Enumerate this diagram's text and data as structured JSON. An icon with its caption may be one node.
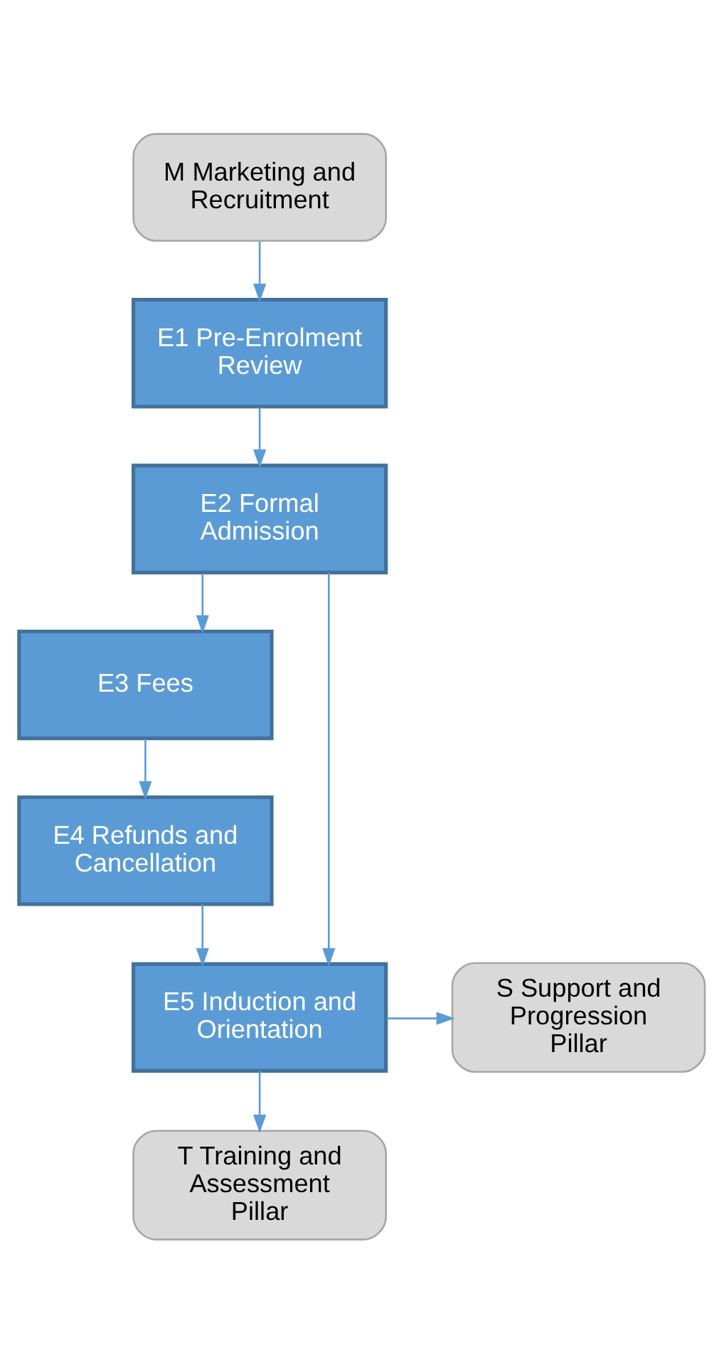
{
  "diagram": {
    "nodes": [
      {
        "text": [
          "M Marketing and Recruitment"
        ]
      },
      {
        "text": [
          "E1 Pre-Enrolment Review"
        ]
      },
      {
        "text": [
          "E2 Formal Admission"
        ]
      },
      {
        "text": [
          "E3 Fees"
        ]
      },
      {
        "text": [
          "E4 Refunds and Cancellation"
        ]
      },
      {
        "text": [
          "E5 Induction and Orientation"
        ]
      },
      {
        "text": [
          "S Support and Progression Pillar"
        ]
      },
      {
        "text": [
          "T Training and Assessment Pillar"
        ]
      }
    ],
    "edges": [
      {
        "from": 0,
        "to": 1,
        "arrow": "to"
      },
      {
        "from": 1,
        "to": 2,
        "arrow": "to"
      },
      {
        "from": 2,
        "to": 3,
        "arrow": "to"
      },
      {
        "from": 3,
        "to": 4,
        "arrow": "to"
      },
      {
        "from": 2,
        "to": 5,
        "arrow": "to"
      },
      {
        "from": 4,
        "to": 5,
        "arrow": "to"
      },
      {
        "from": 5,
        "to": 6,
        "arrow": "to"
      },
      {
        "from": 5,
        "to": 7,
        "arrow": "to"
      }
    ]
  }
}
